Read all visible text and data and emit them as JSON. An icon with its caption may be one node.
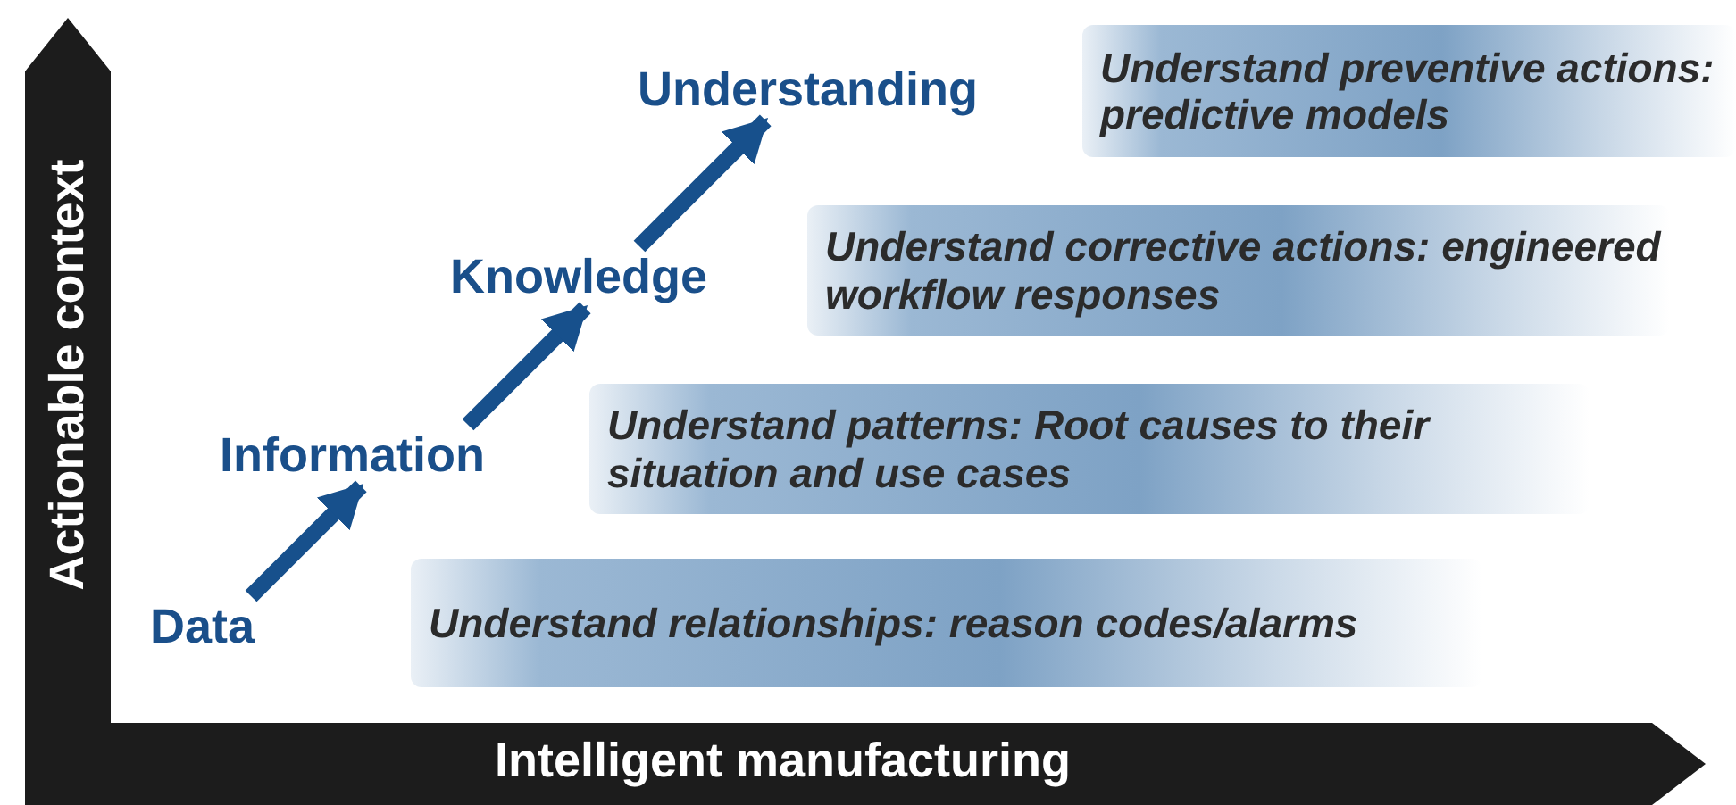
{
  "diagram": {
    "nodes": [
      {
        "text": [
          "Data"
        ]
      },
      {
        "text": [
          "Information"
        ]
      },
      {
        "text": [
          "Knowledge"
        ]
      },
      {
        "text": [
          "Understanding"
        ]
      },
      {
        "text": [
          "Understand relationships: reason codes/alarms"
        ]
      },
      {
        "text": [
          "Understand patterns: Root causes to their situation and use cases"
        ]
      },
      {
        "text": [
          "Understand corrective actions: engineered workflow responses"
        ]
      },
      {
        "text": [
          "Understand preventive actions: predictive models"
        ]
      }
    ],
    "edges": [
      {
        "from": 0,
        "to": 1,
        "arrow": "to"
      },
      {
        "from": 1,
        "to": 2,
        "arrow": "to"
      },
      {
        "from": 2,
        "to": 3,
        "arrow": "to"
      }
    ],
    "labels": [
      "Actionable context",
      "Intelligent manufacturing"
    ]
  }
}
